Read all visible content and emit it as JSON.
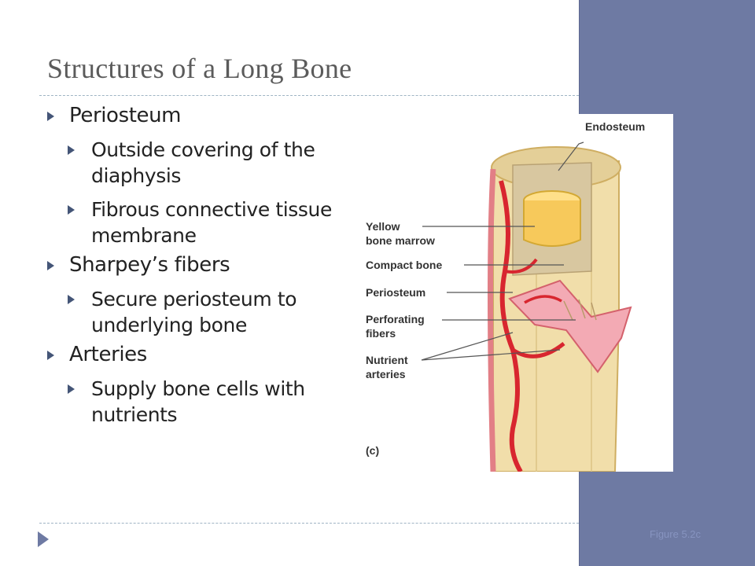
{
  "slide": {
    "title": "Structures of a Long Bone",
    "bullets": [
      {
        "text": "Periosteum",
        "sub": [
          "Outside covering of the diaphysis",
          "Fibrous connective tissue membrane"
        ]
      },
      {
        "text": "Sharpey’s fibers",
        "sub": [
          "Secure periosteum to underlying bone"
        ]
      },
      {
        "text": "Arteries",
        "sub": [
          "Supply bone cells with nutrients"
        ]
      }
    ],
    "figure_ref": "Figure 5.2c"
  },
  "figure": {
    "labels": {
      "endosteum": "Endosteum",
      "yellow_bone_marrow_1": "Yellow",
      "yellow_bone_marrow_2": "bone marrow",
      "compact_bone": "Compact bone",
      "periosteum": "Periosteum",
      "perforating_fibers_1": "Perforating",
      "perforating_fibers_2": "fibers",
      "nutrient_arteries_1": "Nutrient",
      "nutrient_arteries_2": "arteries",
      "panel_letter": "(c)"
    }
  },
  "colors": {
    "accent_band": "#6e7aa3",
    "bullet_arrow": "#445577",
    "title": "#5b5b5b"
  }
}
